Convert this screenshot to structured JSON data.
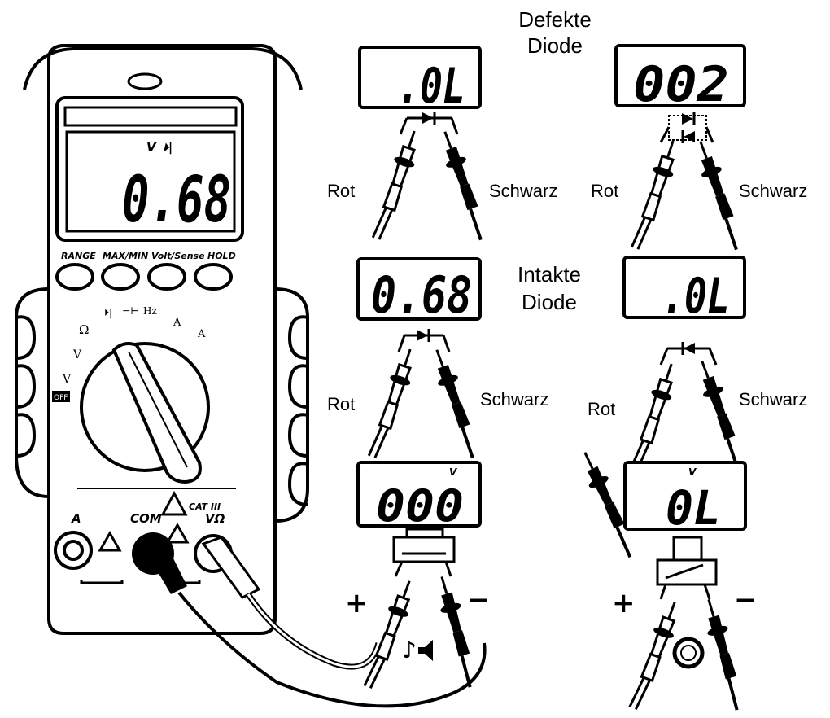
{
  "meter": {
    "display_unit": "V",
    "display_reading": "0.68",
    "buttons": [
      "RANGE",
      "MAX/MIN",
      "Volt/Sense",
      "HOLD"
    ],
    "dial_marks": [
      "Ω",
      "V",
      "V",
      "OFF",
      "Hz",
      "A",
      "A"
    ],
    "jack_labels": [
      "A",
      "COM",
      "VΩ"
    ],
    "warning_rating": "CAT III"
  },
  "panels": {
    "defective_title": "Defekte Diode",
    "intact_title": "Intakte Diode",
    "probe_red": "Rot",
    "probe_black": "Schwarz",
    "defective_open_reading": ".0L",
    "defective_short_reading": "002",
    "intact_forward_reading": "0.68",
    "intact_reverse_reading": ".0L",
    "continuity_closed_reading": "000",
    "continuity_open_reading": "0L",
    "continuity_unit": "V",
    "plus_sign": "+",
    "minus_sign": "−",
    "beeper_note": "♪"
  },
  "colors": {
    "ink": "#000000",
    "paper": "#ffffff"
  }
}
